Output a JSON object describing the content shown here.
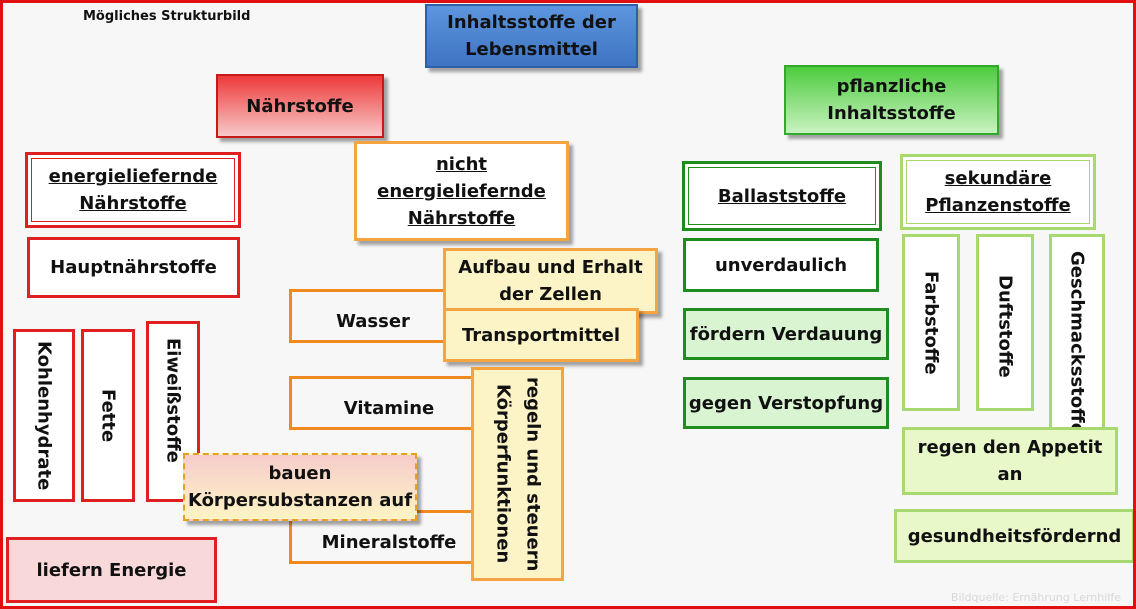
{
  "header_label": "Mögliches Strukturbild",
  "title": "Inhaltsstoffe der\nLebensmittel",
  "naehrstoffe": {
    "heading": "Nährstoffe",
    "energie": "energieliefernde\nNährstoffe",
    "hauptnaehrstoffe": "Hauptnährstoffe",
    "kohlenhydrate": "Kohlenhydrate",
    "fette": "Fette",
    "eiweiss": "Eiweißstoffe",
    "liefern_energie": "liefern Energie",
    "nicht_energie": "nicht\nenergieliefernde\nNährstoffe",
    "wasser": "Wasser",
    "aufbau": "Aufbau und Erhalt\nder Zellen",
    "transportmittel": "Transportmittel",
    "vitamine": "Vitamine",
    "mineralstoffe": "Mineralstoffe",
    "regeln": "regeln und steuern\nKörperfunktionen",
    "bauen": "bauen\nKörpersubstanzen auf"
  },
  "pflanzlich": {
    "heading": "pflanzliche\nInhaltsstoffe",
    "ballaststoffe": "Ballaststoffe",
    "unverdaulich": "unverdaulich",
    "foerdern": "fördern Verdauung",
    "verstopfung": "gegen Verstopfung",
    "sekundaer": "sekundäre\nPflanzenstoffe",
    "farbstoffe": "Farbstoffe",
    "duftstoffe": "Duftstoffe",
    "geschmack": "Geschmacksstoffe",
    "appetit": "regen den Appetit\nan",
    "gesundheit": "gesundheitsfördernd"
  },
  "watermark": "Bildquelle: Ernährung Lernhilfe",
  "colors": {
    "frame": "#e01010",
    "title_bg": "#4a80cc",
    "naehrstoffe_bg": "#e83030",
    "pflanzlich_bg": "#60d050",
    "connector": "#f08a20"
  }
}
